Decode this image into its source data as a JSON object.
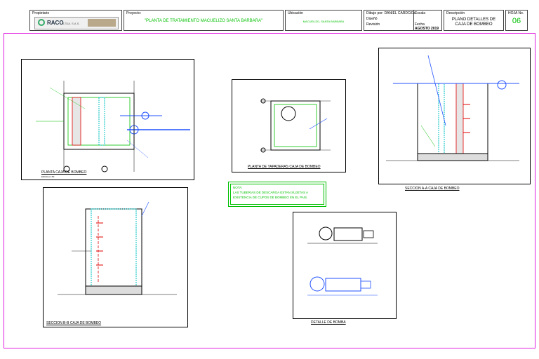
{
  "titleblock": {
    "propietario_label": "Propietario",
    "logo_text": "RACO",
    "logo_sub": "LTDA. S.A.S.",
    "proyecto_label": "Proyecto:",
    "proyecto_value": "\"PLANTA DE TRATAMIENTO MACUELIZO SANTA BARBARA\"",
    "ubicacion_label": "Ubicación",
    "ubicacion_value": "MACUELIZO, SANTA BARBARA",
    "dibujo_label": "Dibujo por: DANIEL CARDOZA",
    "aprobo_label": "Diseñó",
    "revision_label": "Revisión",
    "fecha_label": "Fecha",
    "fecha_value": "AGOSTO 2019",
    "escala_label": "Escala",
    "desc_label": "Descripción",
    "desc_value": "PLANO DETALLES DE CAJA DE BOMBEO",
    "hoja_label": "HOJA No.",
    "hoja_value": "06"
  },
  "drawings": {
    "planta_caja": "PLANTA CAJA DE BOMBEO",
    "tapaderas": "PLANTA DE TAPADERAS CAJA DE BOMBEO",
    "seccion_aa": "SECCION A-A CAJA DE BOMBEO",
    "seccion_bb": "SECCION B-B CAJA DE BOMBEO",
    "detalle_bomba": "DETALLE DE BOMBA",
    "escala_note": "ESCALA 1:50"
  },
  "nota": {
    "title": "NOTA:",
    "line1": "LAS TUBERIAS DE DESCARGA ESTAN SUJETAS A",
    "line2": "EXISTENCIA DE CUPOS DE BOMBEO EN EL PAIS."
  },
  "colors": {
    "accent_green": "#00c000",
    "frame_magenta": "#e020e0",
    "pipe_blue": "#2050ff",
    "red": "#e00000",
    "cyan": "#00c0c0"
  }
}
